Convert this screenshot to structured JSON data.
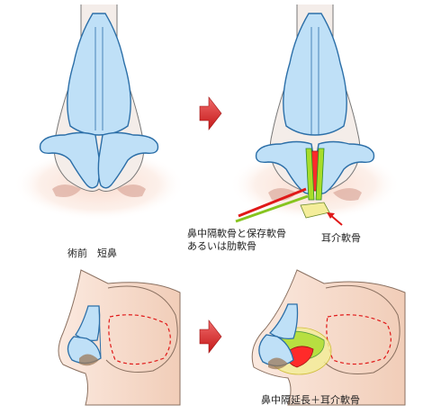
{
  "labels": {
    "before": "術前　短鼻",
    "septal_cartilage": "鼻中隔軟骨と保存軟骨",
    "rib_cartilage": "あるいは肋軟骨",
    "ear_cartilage": "耳介軟骨",
    "result": "鼻中隔延長＋耳介軟骨"
  },
  "colors": {
    "cartilage_fill": "#bfe0f7",
    "cartilage_stroke": "#2c6fa8",
    "skin_glow": "#f8d6c8",
    "arrow_red": "#e03030",
    "graft_red": "#ff2a2a",
    "graft_green": "#a8dd2a",
    "graft_yellow": "#f4ed9a",
    "graft_stroke": "#2f8a2a"
  }
}
